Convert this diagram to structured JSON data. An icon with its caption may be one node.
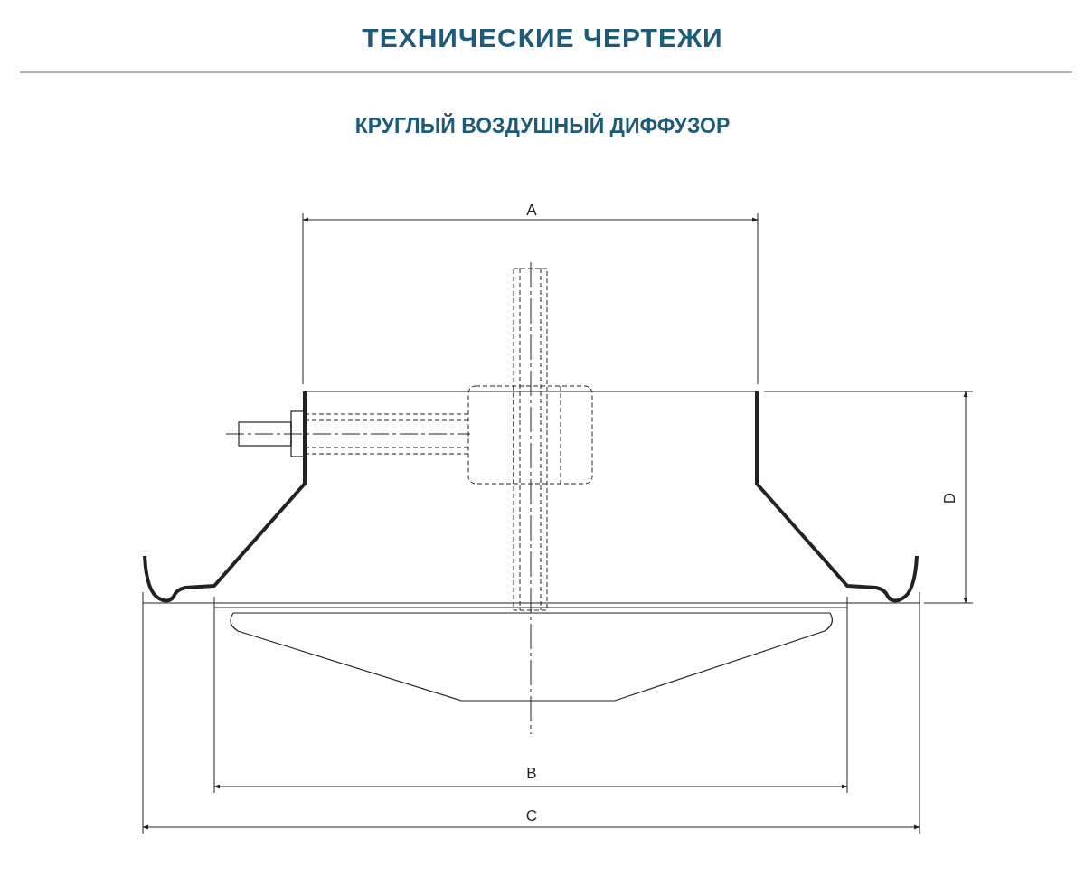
{
  "diagram": {
    "title": "ТЕХНИЧЕСКИЕ ЧЕРТЕЖИ",
    "labels": [
      "КРУГЛЫЙ ВОЗДУШНЫЙ ДИФФУЗОР",
      "A",
      "D",
      "B",
      "C"
    ]
  }
}
